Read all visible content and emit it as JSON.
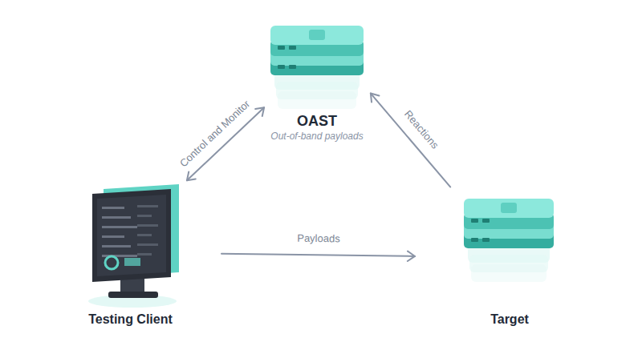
{
  "diagram": {
    "nodes": [
      {
        "text": [
          "OAST",
          "Out-of-band payloads"
        ]
      },
      {
        "text": [
          "Testing Client"
        ]
      },
      {
        "text": [
          "Target"
        ]
      }
    ],
    "edges": [
      {
        "from": 1,
        "to": 0,
        "arrow": "both",
        "label": "Control and Monitor"
      },
      {
        "from": 1,
        "to": 2,
        "arrow": "to",
        "label": "Payloads"
      },
      {
        "from": 2,
        "to": 0,
        "arrow": "to",
        "label": "Reactions"
      }
    ]
  }
}
